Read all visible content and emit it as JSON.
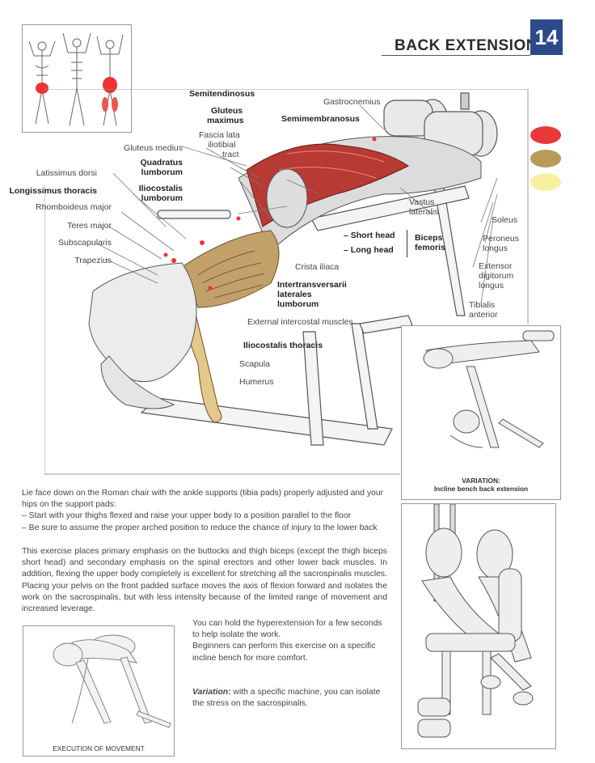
{
  "header": {
    "title": "BACK EXTENSION",
    "number": "14"
  },
  "legend_colors": [
    "#e8393a",
    "#b99a5a",
    "#f7f0a0"
  ],
  "labels": {
    "left": [
      {
        "text": "Gluteus medius",
        "bold": false
      },
      {
        "text": "Quadratus",
        "bold": true
      },
      {
        "text": "lumborum",
        "bold": true
      },
      {
        "text": "Iliocostalis",
        "bold": true
      },
      {
        "text": "lumborum",
        "bold": true
      },
      {
        "text": "Latissimus dorsi",
        "bold": false
      },
      {
        "text": "Longissimus thoracis",
        "bold": true
      },
      {
        "text": "Rhomboideus major",
        "bold": false
      },
      {
        "text": "Teres major",
        "bold": false
      },
      {
        "text": "Subscapularis",
        "bold": false
      },
      {
        "text": "Trapezius",
        "bold": false
      }
    ],
    "top": [
      {
        "text": "Semitendinosus",
        "bold": true
      },
      {
        "text": "Gluteus",
        "bold": true
      },
      {
        "text": "maximus",
        "bold": true
      },
      {
        "text": "Fascia lata",
        "bold": false
      },
      {
        "text": "iliotibial",
        "bold": false
      },
      {
        "text": "tract",
        "bold": false
      },
      {
        "text": "Gastrocnemius",
        "bold": false
      },
      {
        "text": "Semimembranosus",
        "bold": true
      }
    ],
    "right": [
      {
        "text": "Vastus",
        "bold": false
      },
      {
        "text": "lateralis",
        "bold": false
      },
      {
        "text": "Soleus",
        "bold": false
      },
      {
        "text": "Peroneus",
        "bold": false
      },
      {
        "text": "longus",
        "bold": false
      },
      {
        "text": "Extensor",
        "bold": false
      },
      {
        "text": "digitorum",
        "bold": false
      },
      {
        "text": "longus",
        "bold": false
      },
      {
        "text": "Tibialis",
        "bold": false
      },
      {
        "text": "anterior",
        "bold": false
      },
      {
        "text": "– Short head",
        "bold": true
      },
      {
        "text": "– Long head",
        "bold": true
      },
      {
        "text": "Biceps",
        "bold": true
      },
      {
        "text": "femoris",
        "bold": true
      }
    ],
    "center": [
      {
        "text": "Crista iliaca",
        "bold": false
      },
      {
        "text": "Intertransversarii",
        "bold": true
      },
      {
        "text": "laterales",
        "bold": true
      },
      {
        "text": "lumborum",
        "bold": true
      },
      {
        "text": "External intercostal muscles",
        "bold": false
      },
      {
        "text": "Iliocostalis thoracis",
        "bold": true
      },
      {
        "text": "Scapula",
        "bold": false
      },
      {
        "text": "Humerus",
        "bold": false
      }
    ]
  },
  "variation_caption": [
    "VARIATION:",
    "Incline bench back extension"
  ],
  "execution_caption": "EXECUTION OF MOVEMENT",
  "paragraphs": {
    "intro": "Lie face down on the Roman chair with the ankle supports (tibia pads) properly adjusted and your hips on the support pads:",
    "bullet1": "– Start with your thighs flexed and raise your upper body to a position parallel to the floor",
    "bullet2": "– Be sure to assume the proper arched position to reduce the chance of injury to the lower back",
    "emphasis": "This exercise places primary emphasis on the buttocks and thigh biceps (except the thigh biceps short head) and secondary emphasis on the spinal erectors and other lower back muscles. In addition, flexing the upper body completely is excellent for stretching all the sacrospinalis muscles. Placing your pelvis on the front padded surface moves the axis of flexion forward and isolates the work on the sacrospinalis, but with less intensity because of the limited range of movement and increased leverage.",
    "hold": "You can hold the hyperextension for a few seconds to help isolate the work.",
    "beginners": "Beginners can perform this exercise on a specific incline bench for more comfort.",
    "variation_label": "Variation:",
    "variation_text": " with a specific machine, you can isolate the stress on the sacrospinalis."
  }
}
